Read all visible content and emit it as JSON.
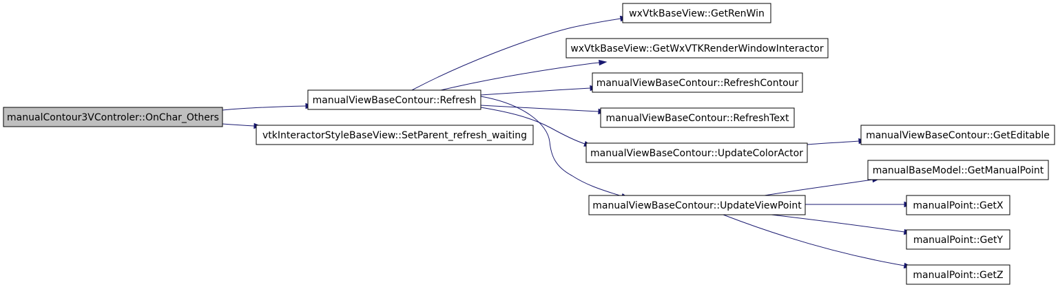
{
  "graph": {
    "colors": {
      "edge": "#191970",
      "root_fill": "#bfbfbf",
      "node_fill": "#ffffff",
      "border": "#000000"
    },
    "nodes": [
      {
        "id": "oncharothers",
        "label": "manualContour3VControler::OnChar_Others",
        "root": true
      },
      {
        "id": "refresh",
        "label": "manualViewBaseContour::Refresh"
      },
      {
        "id": "setparent",
        "label": "vtkInteractorStyleBaseView::SetParent_refresh_waiting"
      },
      {
        "id": "getrenwin",
        "label": "wxVtkBaseView::GetRenWin"
      },
      {
        "id": "getwxvtk",
        "label": "wxVtkBaseView::GetWxVTKRenderWindowInteractor"
      },
      {
        "id": "refreshcontour",
        "label": "manualViewBaseContour::RefreshContour"
      },
      {
        "id": "refreshtext",
        "label": "manualViewBaseContour::RefreshText"
      },
      {
        "id": "updatecoloractor",
        "label": "manualViewBaseContour::UpdateColorActor"
      },
      {
        "id": "updateviewpoint",
        "label": "manualViewBaseContour::UpdateViewPoint"
      },
      {
        "id": "geteditable",
        "label": "manualViewBaseContour::GetEditable"
      },
      {
        "id": "getmanualpoint",
        "label": "manualBaseModel::GetManualPoint"
      },
      {
        "id": "getx",
        "label": "manualPoint::GetX"
      },
      {
        "id": "gety",
        "label": "manualPoint::GetY"
      },
      {
        "id": "getz",
        "label": "manualPoint::GetZ"
      }
    ],
    "edges": [
      {
        "from": "oncharothers",
        "to": "refresh"
      },
      {
        "from": "oncharothers",
        "to": "setparent"
      },
      {
        "from": "refresh",
        "to": "getrenwin"
      },
      {
        "from": "refresh",
        "to": "getwxvtk"
      },
      {
        "from": "refresh",
        "to": "refreshcontour"
      },
      {
        "from": "refresh",
        "to": "refreshtext"
      },
      {
        "from": "refresh",
        "to": "updatecoloractor"
      },
      {
        "from": "refresh",
        "to": "updateviewpoint"
      },
      {
        "from": "updatecoloractor",
        "to": "geteditable"
      },
      {
        "from": "updateviewpoint",
        "to": "getmanualpoint"
      },
      {
        "from": "updateviewpoint",
        "to": "getx"
      },
      {
        "from": "updateviewpoint",
        "to": "gety"
      },
      {
        "from": "updateviewpoint",
        "to": "getz"
      }
    ]
  }
}
